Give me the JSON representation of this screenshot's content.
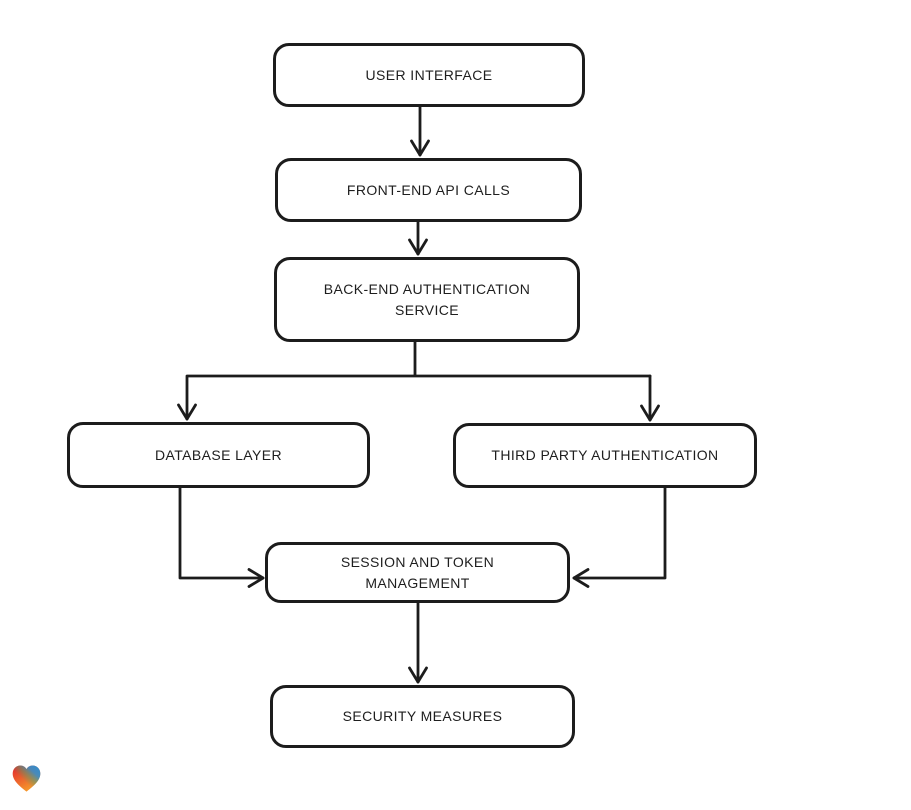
{
  "diagram": {
    "type": "flowchart",
    "nodes": [
      {
        "id": "user-interface",
        "label": "USER INTERFACE"
      },
      {
        "id": "front-end-api-calls",
        "label": "FRONT-END API CALLS"
      },
      {
        "id": "back-end-authentication-service",
        "label": "BACK-END AUTHENTICATION\nSERVICE"
      },
      {
        "id": "database-layer",
        "label": "DATABASE LAYER"
      },
      {
        "id": "third-party-authentication",
        "label": "THIRD PARTY AUTHENTICATION"
      },
      {
        "id": "session-and-token-management",
        "label": "SESSION AND TOKEN\nMANAGEMENT"
      },
      {
        "id": "security-measures",
        "label": "SECURITY MEASURES"
      }
    ],
    "edges": [
      {
        "from": "user-interface",
        "to": "front-end-api-calls",
        "arrow": "down"
      },
      {
        "from": "front-end-api-calls",
        "to": "back-end-authentication-service",
        "arrow": "down"
      },
      {
        "from": "back-end-authentication-service",
        "to": "database-layer",
        "arrow": "down"
      },
      {
        "from": "back-end-authentication-service",
        "to": "third-party-authentication",
        "arrow": "down"
      },
      {
        "from": "database-layer",
        "to": "session-and-token-management",
        "arrow": "right"
      },
      {
        "from": "third-party-authentication",
        "to": "session-and-token-management",
        "arrow": "left"
      },
      {
        "from": "session-and-token-management",
        "to": "security-measures",
        "arrow": "down"
      }
    ],
    "style": {
      "stroke_color": "#1c1c1c",
      "node_fill": "#ffffff",
      "background": "#ffffff"
    }
  },
  "watermark": {
    "icon": "heart-gradient-icon",
    "colors": {
      "top_left": "#e3242e",
      "top_right": "#2e8fd0",
      "bottom": "#f59b2c",
      "center_blend": "#4aa070"
    }
  }
}
